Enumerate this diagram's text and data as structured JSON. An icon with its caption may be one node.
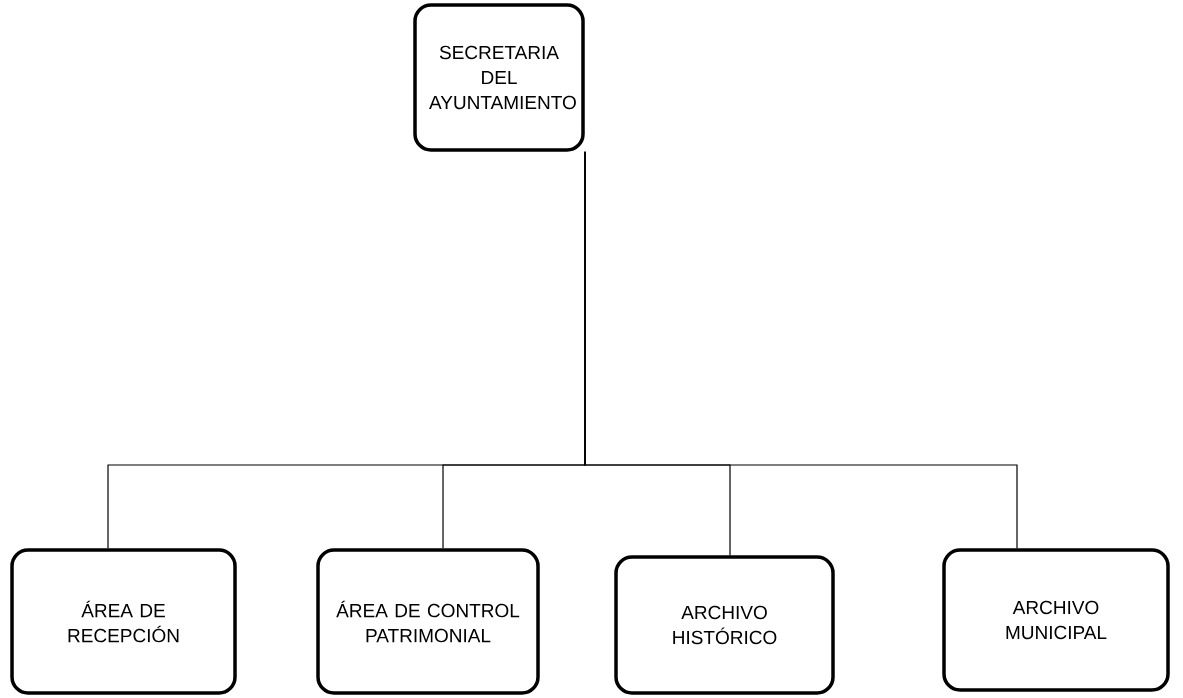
{
  "diagram": {
    "nodes": [
      {
        "text": [
          "SECRETARIA DEL AYUNTAMIENTO"
        ]
      },
      {
        "text": [
          "ÁREA DE RECEPCIÓN"
        ]
      },
      {
        "text": [
          "ÁREA DE CONTROL PATRIMONIAL"
        ]
      },
      {
        "text": [
          "ARCHIVO HISTÓRICO"
        ]
      },
      {
        "text": [
          "ARCHIVO MUNICIPAL"
        ]
      }
    ],
    "edges": [
      {
        "from": 0,
        "to": 1,
        "arrow": "none"
      },
      {
        "from": 0,
        "to": 2,
        "arrow": "none"
      },
      {
        "from": 0,
        "to": 3,
        "arrow": "none"
      },
      {
        "from": 0,
        "to": 4,
        "arrow": "none"
      }
    ]
  }
}
